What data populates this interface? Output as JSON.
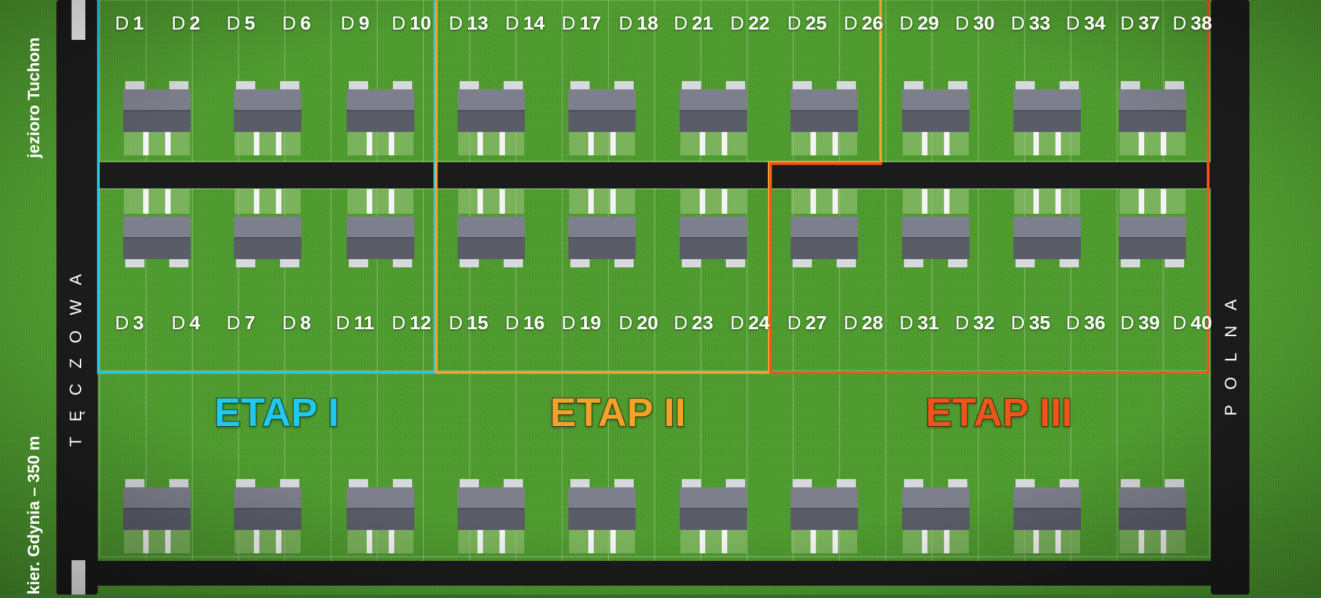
{
  "map": {
    "top_row_labels": [
      "1",
      "2",
      "5",
      "6",
      "9",
      "10",
      "13",
      "14",
      "17",
      "18",
      "21",
      "22",
      "25",
      "26",
      "29",
      "30",
      "33",
      "34",
      "37",
      "38"
    ],
    "bottom_row_labels": [
      "3",
      "4",
      "7",
      "8",
      "11",
      "12",
      "15",
      "16",
      "19",
      "20",
      "23",
      "24",
      "27",
      "28",
      "31",
      "32",
      "35",
      "36",
      "39",
      "40"
    ],
    "plot_prefix": "D",
    "stages": [
      {
        "label": "ETAP I",
        "color": "#22c8ec"
      },
      {
        "label": "ETAP II",
        "color": "#f1a22a"
      },
      {
        "label": "ETAP III",
        "color": "#f0541c"
      }
    ],
    "street_left": "TĘCZOWA",
    "street_right": "POLNA",
    "direction_gdynia": "kier. Gdynia – 350 m",
    "direction_lake": "jezioro Tuchom",
    "colors": {
      "grass": "#4e9a2f",
      "grass_dark": "#3c7f22",
      "road": "#1b1b1b",
      "roof": "#7d7f8c",
      "roof_shadow": "#5a5c68",
      "stage1": "#22c8ec",
      "stage2": "#f1a22a",
      "stage3": "#f0541c"
    }
  }
}
